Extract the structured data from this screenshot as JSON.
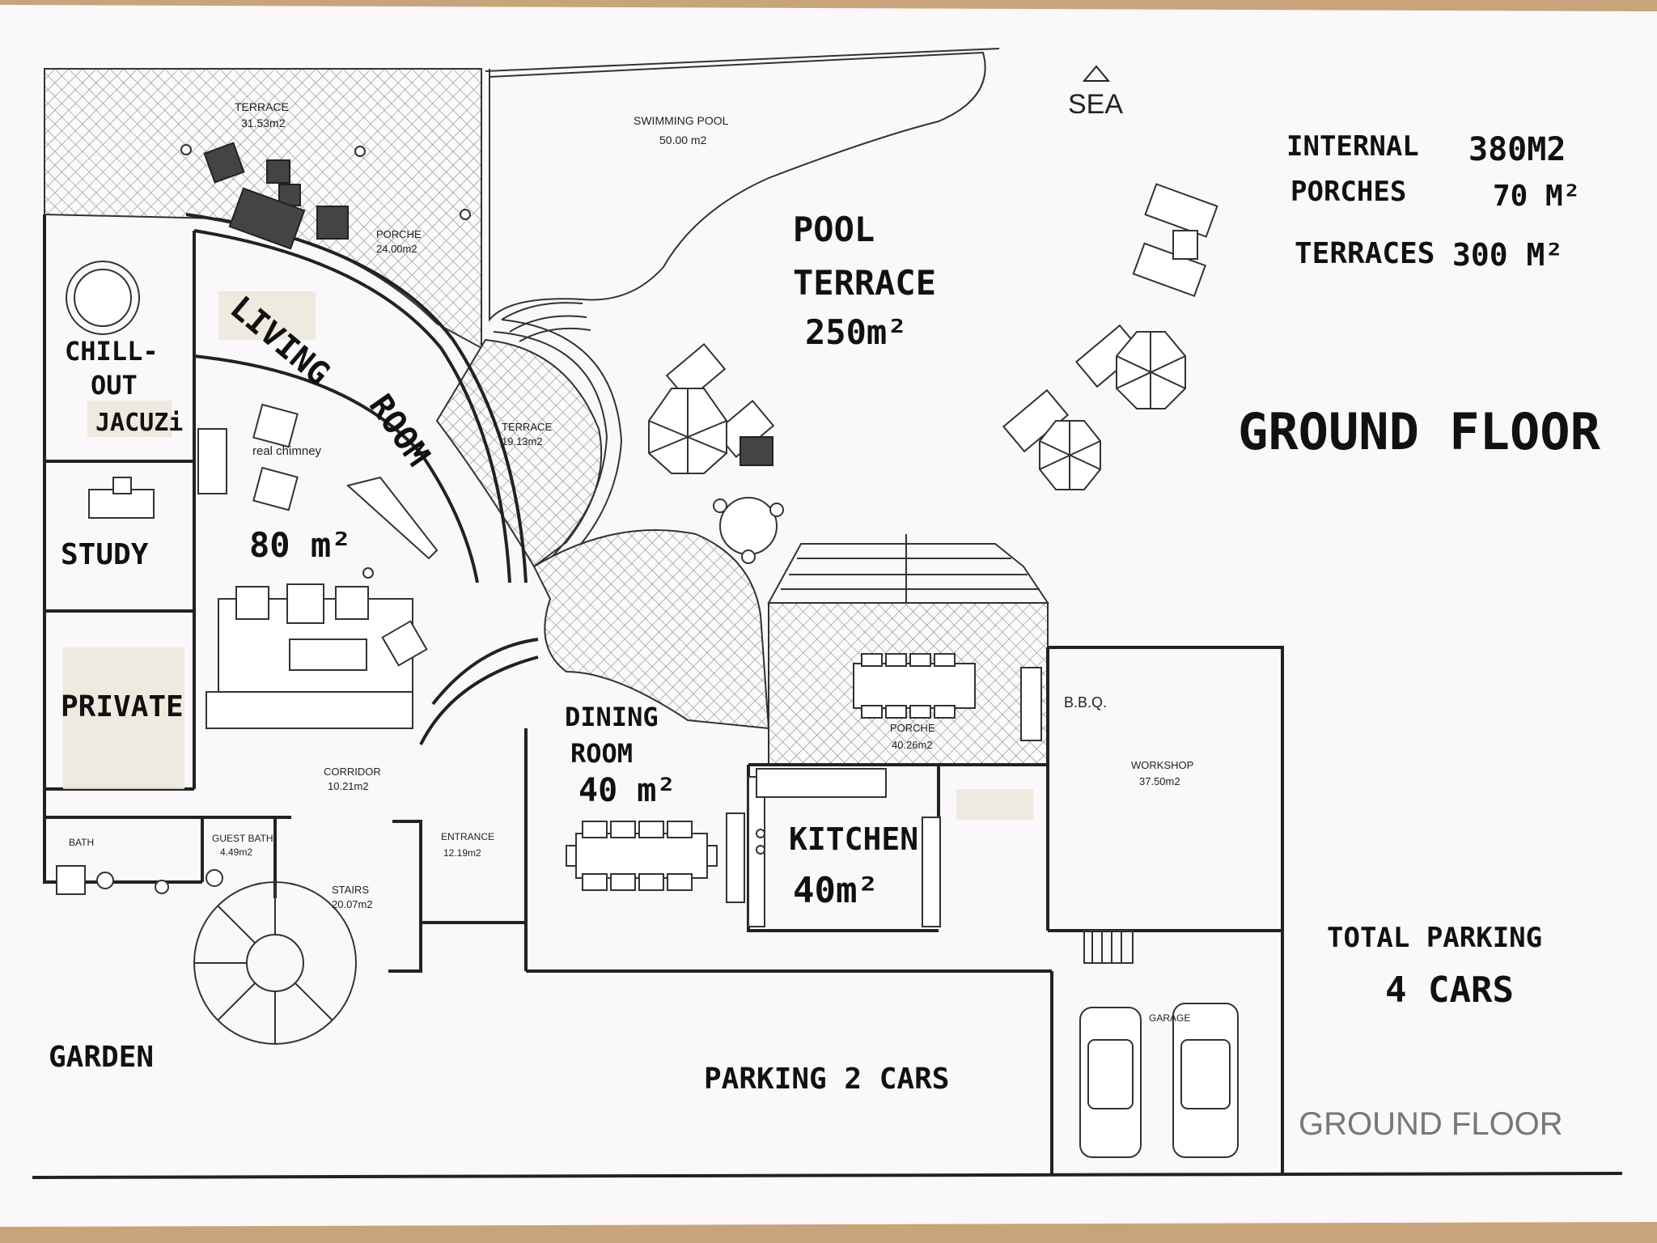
{
  "orientation": {
    "label": "SEA",
    "icon": "north-arrow-icon"
  },
  "summary": [
    {
      "label": "INTERNAL",
      "value": "380M2"
    },
    {
      "label": "PORCHES",
      "value": "70 M²"
    },
    {
      "label": "TERRACES",
      "value": "300 M²"
    }
  ],
  "titles": {
    "main": "GROUND FLOOR",
    "stamp": "GROUND FLOOR"
  },
  "parking": {
    "total_line1": "TOTAL PARKING",
    "total_line2": "4 CARS",
    "outdoor": "PARKING 2 CARS"
  },
  "rooms": {
    "terrace_top": {
      "name": "TERRACE",
      "area": "31.53m2"
    },
    "swimming_pool": {
      "name": "SWIMMING POOL",
      "area": "50.00 m2"
    },
    "porche_top": {
      "name": "PORCHE",
      "area": "24.00m2"
    },
    "pool_terrace": {
      "line1": "POOL",
      "line2": "TERRACE",
      "area": "250m²"
    },
    "living_room": {
      "line1": "LIVING",
      "line2": "ROOM",
      "area": "80 m²"
    },
    "chill_out": {
      "line1": "CHILL-",
      "line2": "OUT",
      "line3": "JACUZi"
    },
    "chimney": "real chimney",
    "terrace_mid": {
      "name": "TERRACE",
      "area": "19.13m2"
    },
    "study": "STUDY",
    "private": "PRIVATE",
    "corridor": {
      "name": "CORRIDOR",
      "area": "10.21m2"
    },
    "bath": "BATH",
    "guest_bath": {
      "name": "GUEST BATH",
      "area": "4.49m2"
    },
    "stairs": {
      "name": "STAIRS",
      "area": "20.07m2"
    },
    "entrance": {
      "name": "ENTRANCE",
      "area": "12.19m2"
    },
    "dining_room": {
      "line1": "DINING",
      "line2": "ROOM",
      "area": "40 m²"
    },
    "kitchen": {
      "name": "KITCHEN",
      "area": "40m²"
    },
    "porche_bbq": {
      "name": "PORCHE",
      "area": "40.26m2"
    },
    "bbq": "B.B.Q.",
    "workshop": {
      "name": "WORKSHOP",
      "area": "37.50m2"
    },
    "garage": "GARAGE",
    "garden": "GARDEN"
  }
}
